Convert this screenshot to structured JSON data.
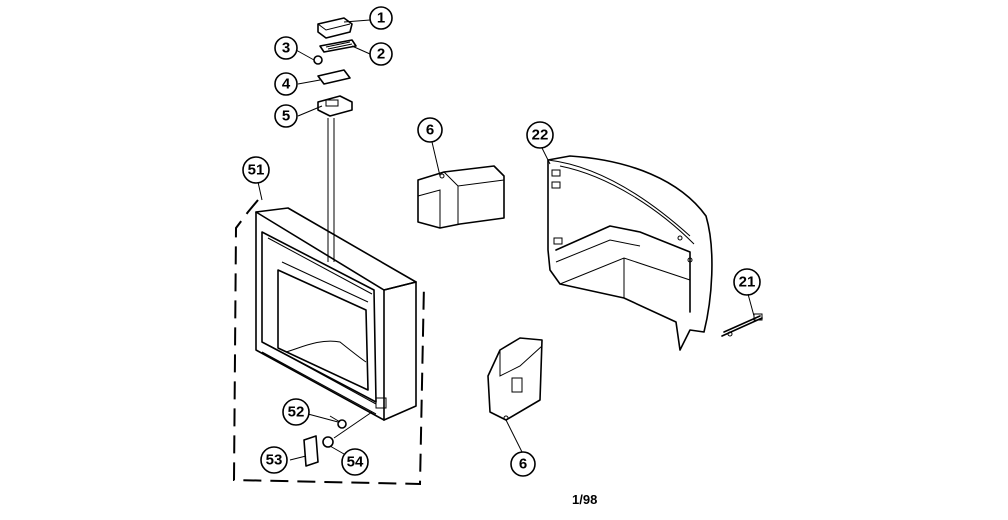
{
  "diagram": {
    "callouts": [
      {
        "id": "1",
        "label": "1"
      },
      {
        "id": "2",
        "label": "2"
      },
      {
        "id": "3",
        "label": "3"
      },
      {
        "id": "4",
        "label": "4"
      },
      {
        "id": "5",
        "label": "5"
      },
      {
        "id": "6a",
        "label": "6"
      },
      {
        "id": "6b",
        "label": "6"
      },
      {
        "id": "22",
        "label": "22"
      },
      {
        "id": "21",
        "label": "21"
      },
      {
        "id": "51",
        "label": "51"
      },
      {
        "id": "52",
        "label": "52"
      },
      {
        "id": "53",
        "label": "53"
      },
      {
        "id": "54",
        "label": "54"
      }
    ],
    "date_code": "1/98"
  }
}
